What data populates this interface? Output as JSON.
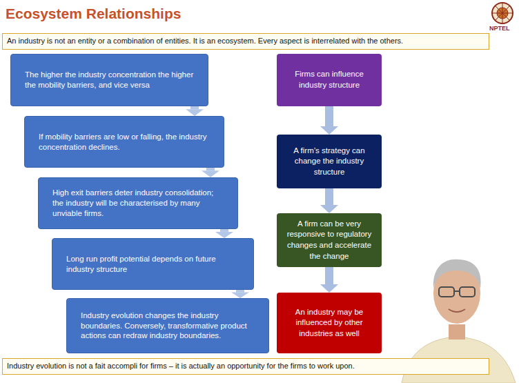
{
  "diagram": {
    "title": "Ecosystem Relationships",
    "nodes": [
      {
        "text": [
          "An industry is not an entity or a combination of entities. It is an ecosystem. Every aspect is interrelated with the others."
        ]
      },
      {
        "text": [
          "The higher the industry concentration the higher the mobility barriers, and vice versa"
        ]
      },
      {
        "text": [
          "If mobility barriers are low or falling, the industry concentration declines."
        ]
      },
      {
        "text": [
          "High exit barriers deter industry consolidation; the industry will be characterised by many unviable firms."
        ]
      },
      {
        "text": [
          "Long run profit potential depends on future industry structure"
        ]
      },
      {
        "text": [
          "Industry evolution changes the industry boundaries. Conversely, transformative product actions can redraw industry boundaries."
        ]
      },
      {
        "text": [
          "Firms can influence industry structure"
        ]
      },
      {
        "text": [
          "A firm’s strategy can change the industry structure"
        ]
      },
      {
        "text": [
          "A firm can be very responsive to regulatory changes and accelerate the change"
        ]
      },
      {
        "text": [
          "An industry may be influenced by other industries as well"
        ]
      },
      {
        "text": [
          "Industry evolution is not a fait accompli for firms – it is actually an opportunity for the firms to work upon."
        ]
      }
    ],
    "edges": [
      {
        "from": 1,
        "to": 2,
        "arrow": "to"
      },
      {
        "from": 2,
        "to": 3,
        "arrow": "to"
      },
      {
        "from": 3,
        "to": 4,
        "arrow": "to"
      },
      {
        "from": 4,
        "to": 5,
        "arrow": "to"
      },
      {
        "from": 6,
        "to": 7,
        "arrow": "to"
      },
      {
        "from": 7,
        "to": 8,
        "arrow": "to"
      },
      {
        "from": 8,
        "to": 9,
        "arrow": "to"
      }
    ],
    "labels": [
      "NPTEL"
    ]
  }
}
